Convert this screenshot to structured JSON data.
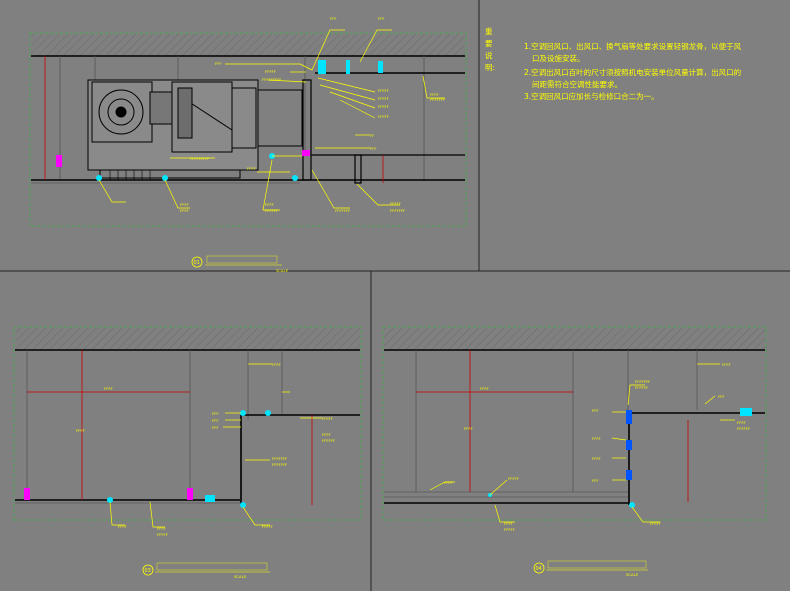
{
  "notes": {
    "title": "重要说明:",
    "lines": [
      "1.空调回风口、出风口、换气扇等处要求设置轻钢龙骨，以便于风",
      "口及设施安装。",
      "2.空调出风口百叶的尺寸须按照机电安装单位风量计算，出风口的",
      "间距需符合空调性能要求。",
      "3.空调回风口应加长与检修口合二为一。"
    ]
  },
  "details": [
    {
      "number": "01",
      "scale": "SCALE"
    },
    {
      "number": "03",
      "scale": "SCALE"
    },
    {
      "number": "04",
      "scale": "SCALE"
    }
  ],
  "colors": {
    "background": "#808080",
    "annotation": "#ffff00",
    "linework": "#000000",
    "frame": "#3fae49",
    "accent_cyan": "#00e5ff",
    "accent_magenta": "#ff00ff",
    "dimension": "#c80000"
  }
}
